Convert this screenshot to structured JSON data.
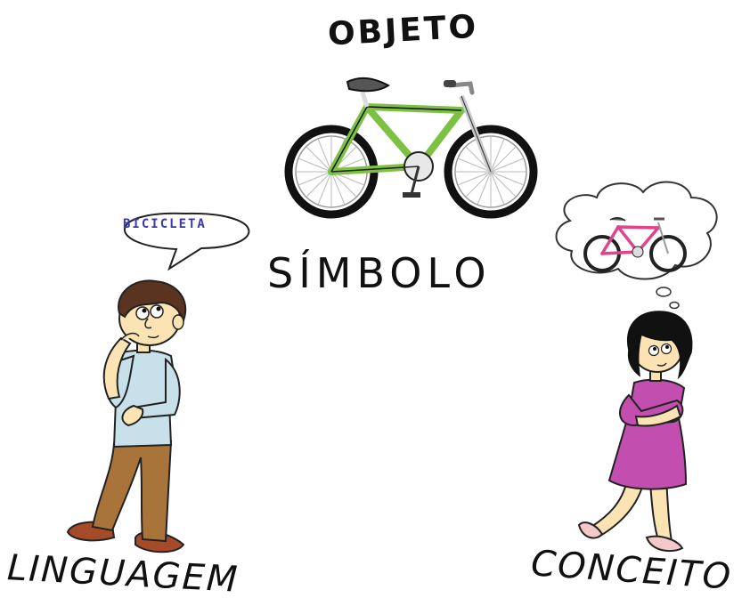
{
  "labels": {
    "object": "OBJETO",
    "symbol": "SÍMBOLO",
    "language": "LINGUAGEM",
    "concept": "CONCEITO"
  },
  "speech_bubble": {
    "text": "BICICLETA"
  },
  "colors": {
    "bike_frame": "#7cc142",
    "thought_bike_frame": "#e0458c",
    "man_shirt": "#c8e0ea",
    "man_pants": "#a8743a",
    "woman_dress": "#c24fb0",
    "hair": "#3a2418",
    "skin": "#fbe3b4"
  },
  "icons": [
    "bicycle-icon",
    "speech-bubble-icon",
    "thought-bubble-icon",
    "man-figure",
    "woman-figure"
  ]
}
